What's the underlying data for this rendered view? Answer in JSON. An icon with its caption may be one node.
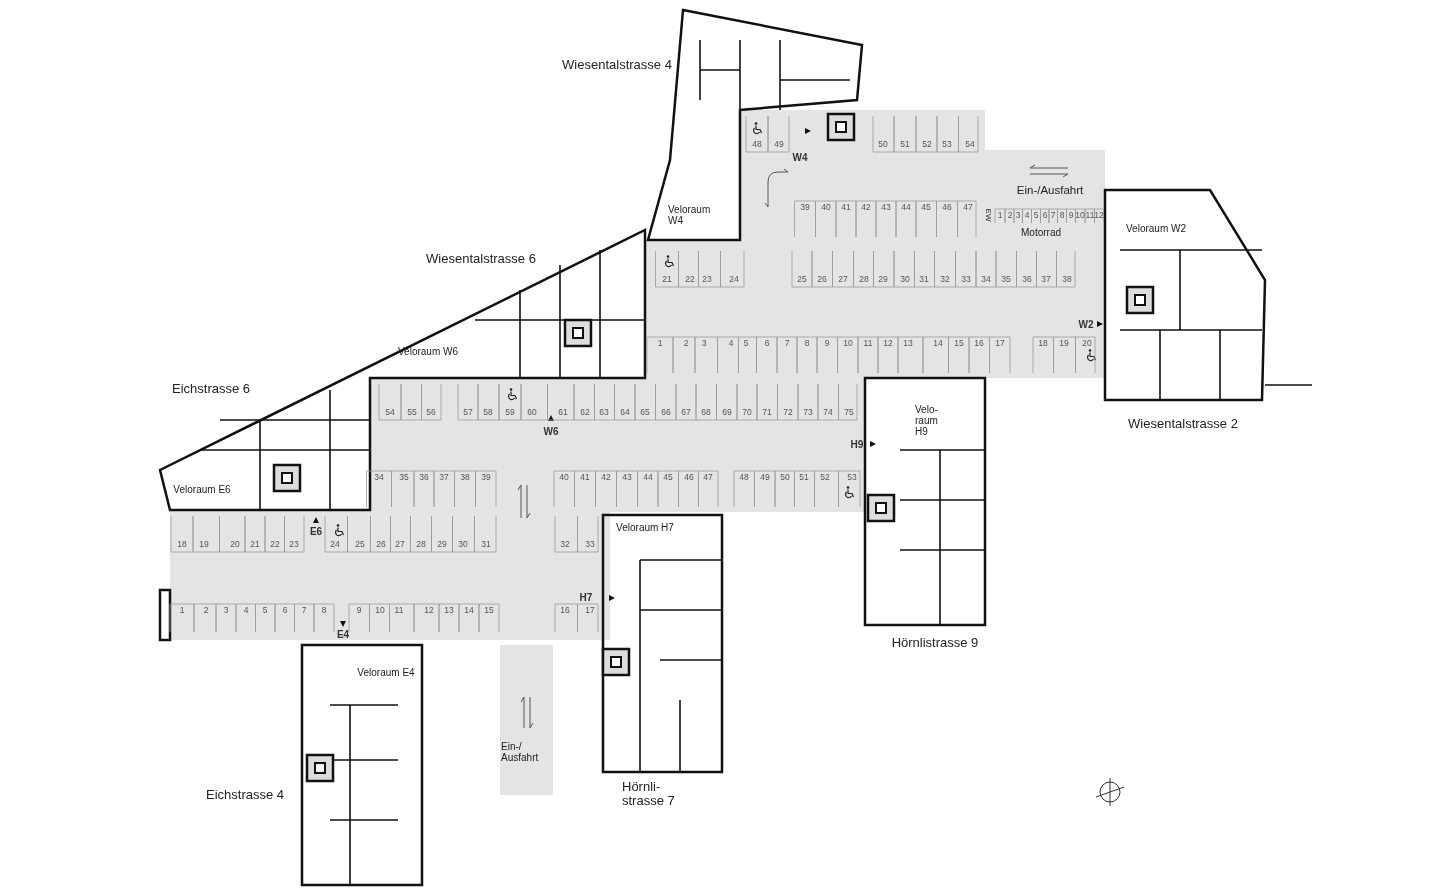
{
  "diagram": {
    "labels": [
      "Wiesentalstrasse 4",
      "48",
      "49",
      "50",
      "51",
      "52",
      "53",
      "54",
      "W4",
      "Ein-/Ausfahrt",
      "39",
      "40",
      "41",
      "42",
      "43",
      "44",
      "45",
      "46",
      "47",
      "EW",
      "Veloraum W4",
      "1",
      "2",
      "3",
      "4",
      "5",
      "6",
      "7",
      "8",
      "9",
      "10",
      "11",
      "12",
      "Veloraum W2",
      "Motorrad",
      "Wiesentalstrasse 6",
      "21",
      "22",
      "23",
      "24",
      "25",
      "26",
      "27",
      "28",
      "29",
      "30",
      "31",
      "32",
      "33",
      "34",
      "35",
      "36",
      "37",
      "38",
      "W2",
      "1",
      "2",
      "3",
      "4",
      "5",
      "6",
      "7",
      "8",
      "9",
      "10",
      "11",
      "12",
      "13",
      "14",
      "15",
      "16",
      "17",
      "18",
      "19",
      "20",
      "Veloraum W6",
      "Eichstrasse 6",
      "54",
      "55",
      "56",
      "57",
      "58",
      "59",
      "60",
      "61",
      "62",
      "63",
      "64",
      "65",
      "66",
      "67",
      "68",
      "69",
      "70",
      "71",
      "72",
      "73",
      "74",
      "75",
      "Velo- raum H9",
      "Wiesentalstrasse 2",
      "W6",
      "H9",
      "34",
      "35",
      "36",
      "37",
      "38",
      "39",
      "40",
      "41",
      "42",
      "43",
      "44",
      "45",
      "46",
      "47",
      "48",
      "49",
      "50",
      "51",
      "52",
      "53",
      "Veloraum E6",
      "Veloraum H7",
      "E6",
      "18",
      "19",
      "20",
      "21",
      "22",
      "23",
      "24",
      "25",
      "26",
      "27",
      "28",
      "29",
      "30",
      "31",
      "32",
      "33",
      "H7",
      "1",
      "2",
      "3",
      "4",
      "5",
      "6",
      "7",
      "8",
      "9",
      "10",
      "11",
      "12",
      "13",
      "14",
      "15",
      "16",
      "17",
      "E4",
      "Hörnlistrasse 9",
      "Veloraum E4",
      "Ein-/ Ausfahrt",
      "Eichstrasse 4",
      "Hörnli- strasse 7"
    ]
  }
}
